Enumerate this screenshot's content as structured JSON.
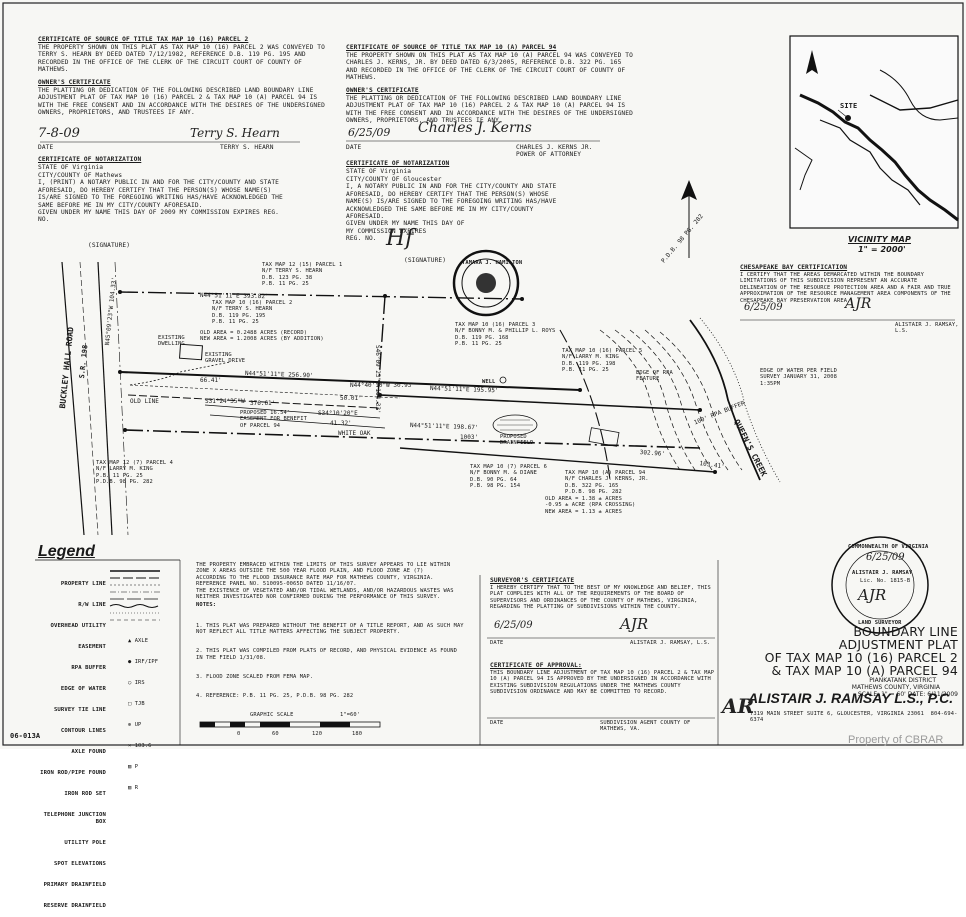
{
  "certs": {
    "left_source_title": "CERTIFICATE OF SOURCE OF TITLE TAX MAP 10 (16) PARCEL 2",
    "left_source_body": "THE PROPERTY SHOWN ON THIS PLAT AS TAX MAP 10 (16) PARCEL 2 WAS CONVEYED TO TERRY S. HEARN BY DEED DATED 7/12/1982, REFERENCE D.B. 119 PG. 195 AND RECORDED IN THE OFFICE OF THE CLERK OF THE CIRCUIT COURT OF COUNTY OF MATHEWS.",
    "owner_title": "OWNER'S CERTIFICATE",
    "owner_body": "THE PLATTING OR DEDICATION OF THE FOLLOWING DESCRIBED LAND BOUNDARY LINE ADJUSTMENT PLAT OF TAX MAP 10 (16) PARCEL 2 & TAX MAP 10 (A) PARCEL 94 IS WITH THE FREE CONSENT AND IN ACCORDANCE WITH THE DESIRES OF THE UNDERSIGNED OWNERS, PROPRIETORS, AND TRUSTEES IF ANY.",
    "owner_date": "7-8-09",
    "owner_name": "TERRY S. HEARN",
    "left_notary_title": "CERTIFICATE OF NOTARIZATION",
    "left_notary_state": "STATE OF Virginia",
    "left_notary_body": "CITY/COUNTY OF Mathews\nI, (PRINT) A NOTARY PUBLIC IN AND FOR THE CITY/COUNTY AND STATE AFORESAID, DO HEREBY CERTIFY THAT THE PERSON(S) WHOSE NAME(S) IS/ARE SIGNED TO THE FOREGOING WRITING HAS/HAVE ACKNOWLEDGED THE SAME BEFORE ME IN MY CITY/COUNTY AFORESAID.\nGIVEN UNDER MY NAME THIS DAY OF 2009 MY COMMISSION EXPIRES REG. NO.",
    "signature_label": "(SIGNATURE)",
    "mid_source_title": "CERTIFICATE OF SOURCE OF TITLE TAX MAP 10 (A) PARCEL 94",
    "mid_source_body": "THE PROPERTY SHOWN ON THIS PLAT AS TAX MAP 10 (A) PARCEL 94 WAS CONVEYED TO CHARLES J. KERNS, JR. BY DEED DATED 6/3/2005, REFERENCE D.B. 322 PG. 165 AND RECORDED IN THE OFFICE OF THE CLERK OF THE CIRCUIT COURT OF COUNTY OF MATHEWS.",
    "mid_owner_title": "OWNER'S CERTIFICATE",
    "mid_owner_body": "THE PLATTING OR DEDICATION OF THE FOLLOWING DESCRIBED LAND BOUNDARY LINE ADJUSTMENT PLAT OF TAX MAP 10 (16) PARCEL 2 & TAX MAP 10 (A) PARCEL 94 IS WITH THE FREE CONSENT AND IN ACCORDANCE WITH THE DESIRES OF THE UNDERSIGNED OWNERS, PROPRIETORS, AND TRUSTEES IF ANY.",
    "mid_owner_date": "6/25/09",
    "mid_owner_name": "CHARLES J. KERNS JR.\nPOWER OF ATTORNEY",
    "date_label": "DATE",
    "mid_notary_title": "CERTIFICATE OF NOTARIZATION",
    "mid_notary_state": "STATE OF Virginia",
    "mid_notary_body": "CITY/COUNTY OF Gloucester\nI, A NOTARY PUBLIC IN AND FOR THE CITY/COUNTY AND STATE AFORESAID, DO HEREBY CERTIFY THAT THE PERSON(S) WHOSE NAME(S) IS/ARE SIGNED TO THE FOREGOING WRITING HAS/HAVE ACKNOWLEDGED THE SAME BEFORE ME IN MY CITY/COUNTY AFORESAID.\nGIVEN UNDER MY NAME THIS DAY OF\nMY COMMISSION EXPIRES\nREG. NO.",
    "seal_text": "TAMARA J. HAMILTON",
    "bay_title": "CHESAPEAKE BAY CERTIFICATION",
    "bay_body": "I CERTIFY THAT THE AREAS DEMARCATED WITHIN THE BOUNDARY LIMITATIONS OF THIS SUBDIVISION REPRESENT AN ACCURATE DELINEATION OF THE RESOURCE PROTECTION AREA AND A FAIR AND TRUE APPROXIMATION OF THE RESOURCE MANAGEMENT AREA COMPONENTS OF THE CHESAPEAKE BAY PRESERVATION AREA.",
    "bay_date": "6/25/09",
    "bay_name": "ALISTAIR J. RAMSAY, L.S.",
    "surveyor_title": "SURVEYOR'S CERTIFICATE",
    "surveyor_body": "I HEREBY CERTIFY THAT TO THE BEST OF MY KNOWLEDGE AND BELIEF, THIS PLAT COMPLIES WITH ALL OF THE REQUIREMENTS OF THE BOARD OF SUPERVISORS AND ORDINANCES OF THE COUNTY OF MATHEWS, VIRGINIA, REGARDING THE PLATTING OF SUBDIVISIONS WITHIN THE COUNTY.",
    "surveyor_date": "6/25/09",
    "surveyor_name": "ALISTAIR J. RAMSAY, L.S.",
    "approval_title": "CERTIFICATE OF APPROVAL:",
    "approval_body": "THIS BOUNDARY LINE ADJUSTMENT OF TAX MAP 10 (16) PARCEL 2 & TAX MAP 10 (A) PARCEL 94 IS APPROVED BY THE UNDERSIGNED IN ACCORDANCE WITH EXISTING SUBDIVISION REGULATIONS UNDER THE MATHEWS COUNTY SUBDIVISION ORDINANCE AND MAY BE COMMITTED TO RECORD.",
    "approval_sig": "SUBDIVISION AGENT COUNTY OF MATHEWS, VA.",
    "approval_date_label": "DATE"
  },
  "notes": {
    "flood": "THE PROPERTY EMBRACED WITHIN THE LIMITS OF THIS SURVEY APPEARS TO LIE WITHIN ZONE X AREAS OUTSIDE THE 500 YEAR FLOOD PLAIN, AND FLOOD ZONE AE (7) ACCORDING TO THE FLOOD INSURANCE RATE MAP FOR MATHEWS COUNTY, VIRGINIA. REFERENCE PANEL NO. 510095-0065D DATED 11/16/07.\nTHE EXISTENCE OF VEGETATED AND/OR TIDAL WETLANDS, AND/OR HAZARDOUS WASTES WAS NEITHER INVESTIGATED NOR CONFIRMED DURING THE PERFORMANCE OF THIS SURVEY.",
    "heading": "NOTES:",
    "items": [
      "1. THIS PLAT WAS PREPARED WITHOUT THE BENEFIT OF A TITLE REPORT, AND AS SUCH MAY NOT REFLECT ALL TITLE MATTERS AFFECTING THE SUBJECT PROPERTY.",
      "2. THIS PLAT WAS COMPILED FROM PLATS OF RECORD, AND PHYSICAL EVIDENCE AS FOUND IN THE FIELD 1/31/08.",
      "3. FLOOD ZONE SCALED FROM FEMA MAP.",
      "4. REFERENCE: P.B. 11 PG. 25, P.D.B. 98 PG. 282"
    ]
  },
  "legend": {
    "title": "Legend",
    "items": [
      "PROPERTY LINE",
      "R/W LINE",
      "OVERHEAD UTILITY",
      "EASEMENT",
      "RPA BUFFER",
      "EDGE OF WATER",
      "SURVEY TIE LINE",
      "CONTOUR LINES",
      "AXLE FOUND",
      "IRON ROD/PIPE FOUND",
      "IRON ROD SET",
      "TELEPHONE JUNCTION BOX",
      "UTILITY POLE",
      "SPOT ELEVATIONS",
      "PRIMARY DRAINFIELD",
      "RESERVE DRAINFIELD"
    ],
    "symbols": [
      "AXLE",
      "IRF/IPF",
      "IRS",
      "TJB",
      "UP",
      "103.6",
      "P",
      "R"
    ]
  },
  "scale": {
    "label": "GRAPHIC SCALE",
    "ratio": "1\"=60'",
    "ticks": [
      "0",
      "60",
      "120",
      "180"
    ]
  },
  "vicinity": {
    "label": "VICINITY MAP",
    "scale": "1\" = 2000'",
    "site": "SITE"
  },
  "title_block": {
    "line1": "BOUNDARY LINE",
    "line2": "ADJUSTMENT PLAT",
    "line3": "OF TAX MAP 10 (16) PARCEL 2",
    "line4": "& TAX MAP 10 (A) PARCEL 94",
    "line5": "PIANKATANK DISTRICT",
    "line6": "MATHEWS COUNTY, VIRGINIA",
    "line7": "SCALE: 1\" = 60'   DATE: 6/11/2009",
    "firm": "ALISTAIR J. RAMSAY L.S., P.C.",
    "firm_addr": "7319 MAIN STREET SUITE 6, GLOUCESTER, VIRGINIA 23061  804-694-6374",
    "seal_top": "COMMONWEALTH OF VIRGINIA",
    "seal_mid": "ALISTAIR J. RAMSAY",
    "seal_lic": "Lic. No. 1815-B",
    "seal_date": "6/25/09",
    "seal_bottom": "LAND SURVEYOR"
  },
  "drawing_no": "06-013A",
  "watermark": "Property of CBRAR",
  "plan": {
    "road": "BUCKLEY HALL ROAD",
    "route": "S.R. 198",
    "creek": "QUEEN'S CREEK",
    "parcel2_top": "TAX MAP 12 (15) PARCEL 1\nN/F TERRY S. HEARN\nD.B. 123 PG. 38\nP.B. 11 PG. 25",
    "line_n_top": "N44°51'11\"E  393.82'",
    "parcel2": "TAX MAP 10 (16) PARCEL 2\nN/F TERRY S. HEARN\nD.B. 119 PG. 195\nP.B. 11 PG. 25",
    "parcel2_area": "OLD AREA = 0.2488 ACRES (RECORD)\nNEW AREA = 1.2008 ACRES (BY ADDITION)",
    "parcel3": "TAX MAP 10 (16) PARCEL 3\nN/F BONNY M. & PHILLIP L. ROYS\nD.B. 119 PG. 168\nP.B. 11 PG. 25",
    "parcel5": "TAX MAP 10 (16) PARCEL 5\nN/F LARRY M. KING\nD.B. 119 PG. 198\nP.B. 11 PG. 25",
    "parcel94": "TAX MAP 10 (A) PARCEL 94\nN/F CHARLES J. KERNS, JR.\nD.B. 322 PG. 165\nP.D.B. 98 PG. 282",
    "parcel94_area": "OLD AREA = 1.38 ± ACRES\n-0.95 ± ACRE (RPA CROSSING)\nNEW AREA = 1.13 ± ACRES",
    "parcel6": "TAX MAP 10 (7) PARCEL 6\nN/F BONNY M. & DIANE\nD.B. 90 PG. 64\nP.B. 98 PG. 154",
    "parcel_left_low": "TAX MAP 12 (7) PARCEL 4\nN/F LARRY M. KING\nP.B. 11 PG. 25\nP.D.B. 98 PG. 282",
    "pin_line1": "N44°51'11\"E  195.95'",
    "pin_line2": "N44°51'11\"E  198.67'",
    "old_line": "N44°51'11\"E 256.90'",
    "line_n": "N44°40'10\"W 30.93'",
    "bearing_vert": "S46°09'23\"E 104.33'",
    "bearing_left": "N45°09'23\"W 104.33'",
    "easement": "PROPOSED 16.54' EASEMENT FOR BENEFIT OF PARCEL 94",
    "well": "WELL",
    "drive": "EXISTING GRAVEL DRIVE",
    "dwelling": "EXISTING DWELLING",
    "proposed_df": "PROPOSED DRAINFIELD",
    "rpa": "EDGE OF RPA FEATURE",
    "mhw": "EDGE OF WATER PER FIELD SURVEY JANUARY 31, 2008 1:35PM",
    "rpa_buffer": "100' RPA BUFFER",
    "dist1": "302.96'",
    "dist2": "103.41'",
    "dist3": "1003'",
    "dist4": "66.41'",
    "dist5": "376.61'",
    "angle1": "S31°24'35\"W",
    "angle2": "S34°10'20\"E",
    "dist6": "41.32'",
    "dist7": "50.01'",
    "old_line_lbl": "OLD LINE",
    "white_oak": "WHITE OAK",
    "deed_ref": "P.D.B. 98 PG. 282"
  }
}
